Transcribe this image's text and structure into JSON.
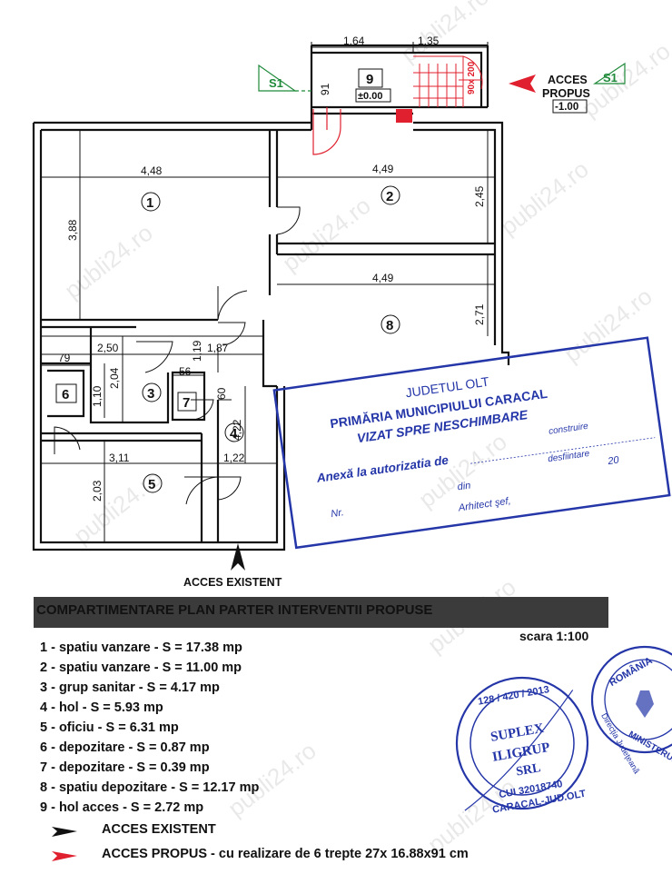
{
  "watermark": "publi24.ro",
  "plan": {
    "rooms": [
      "1",
      "2",
      "3",
      "4",
      "5",
      "6",
      "7",
      "8",
      "9"
    ],
    "dims": {
      "stair_w1": "1,64",
      "stair_w2": "1,35",
      "stair_h": "91",
      "r1_w": "4,48",
      "r1_h": "3,88",
      "r2_w": "4,49",
      "r2_h": "2,45",
      "r8_w": "4,49",
      "r8_h": "2,71",
      "r3_w": "2,50",
      "r3_h": "2,04",
      "r3_sub": "1,10",
      "hall_w": "1,87",
      "hall_h1": "1,19",
      "hall_h2": "4,22",
      "hall_w2": "1,22",
      "r6_w": "79",
      "r7_w": "56",
      "r7_h": "60",
      "r5_w": "3,11",
      "r5_h": "2,03"
    },
    "level_zero": "±0.00",
    "stair_label": "90x 200",
    "section_left": "S1",
    "section_right": "S1",
    "acces_propus_label": "ACCES",
    "acces_propus_label2": "PROPUS",
    "acces_propus_level": "-1.00",
    "acces_existent_label": "ACCES EXISTENT"
  },
  "stamp_rect": {
    "line1": "JUDETUL OLT",
    "line2": "PRIMĂRIA MUNICIPIULUI CARACAL",
    "line3": "VIZAT SPRE NESCHIMBARE",
    "line4": "Anexă la autorizatia de",
    "line4b": "construire",
    "line4c": "desfiintare",
    "line5": "Nr.",
    "line5b": "din",
    "line5c": "20",
    "line6": "Arhitect şef,"
  },
  "stamp_round1": {
    "top": "128 / 420 / 2013",
    "line1": "SUPLEX",
    "line2": "ILIGRUP",
    "line3": "SRL",
    "cui": "CUI 32018740",
    "bottom": "CARACAL-JUD.OLT"
  },
  "stamp_round2": {
    "top": "ROMÂNIA",
    "side": "Direcţia Judeţeană",
    "side2": "MINISTERUL"
  },
  "title": "COMPARTIMENTARE    PLAN PARTER INTERVENTII PROPUSE",
  "scale": "scara 1:100",
  "legend": [
    "1 - spatiu vanzare - S = 17.38 mp",
    "2 - spatiu vanzare - S = 11.00 mp",
    "3 - grup sanitar - S = 4.17 mp",
    "4 - hol - S = 5.93 mp",
    "5 - oficiu - S = 6.31 mp",
    "6 - depozitare - S = 0.87 mp",
    "7 - depozitare - S = 0.39 mp",
    "8 - spatiu depozitare - S = 12.17 mp",
    "9 - hol acces  - S = 2.72 mp"
  ],
  "arrow_legend": {
    "existent": "ACCES EXISTENT",
    "propus": "ACCES PROPUS - cu realizare de 6 trepte 27x 16.88x91 cm"
  },
  "colors": {
    "ink": "#111111",
    "stamp_blue": "#2436a8",
    "proposed_red": "#e0202e",
    "section_green": "#1f8a3a"
  }
}
